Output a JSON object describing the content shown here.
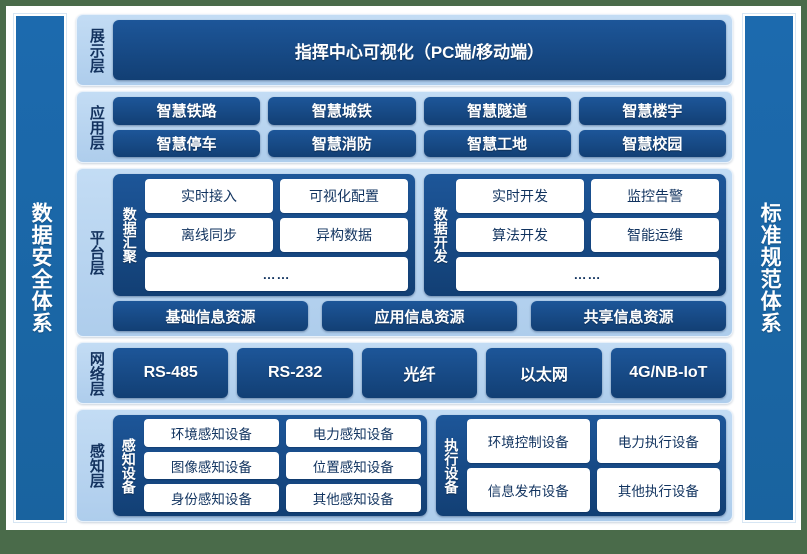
{
  "pillars": {
    "left": "数据安全体系",
    "right": "标准规范体系"
  },
  "layers": [
    {
      "id": "display",
      "name": "展示层",
      "banner": "指挥中心可视化（PC端/移动端）"
    },
    {
      "id": "application",
      "name": "应用层",
      "rows": [
        [
          "智慧铁路",
          "智慧城铁",
          "智慧隧道",
          "智慧楼宇"
        ],
        [
          "智慧停车",
          "智慧消防",
          "智慧工地",
          "智慧校园"
        ]
      ]
    },
    {
      "id": "platform",
      "name": "平台层",
      "groups": [
        {
          "title": "数据汇聚",
          "rows": [
            [
              "实时接入",
              "可视化配置"
            ],
            [
              "离线同步",
              "异构数据"
            ]
          ],
          "more": "……"
        },
        {
          "title": "数据开发",
          "rows": [
            [
              "实时开发",
              "监控告警"
            ],
            [
              "算法开发",
              "智能运维"
            ]
          ],
          "more": "……"
        }
      ],
      "resources": [
        "基础信息资源",
        "应用信息资源",
        "共享信息资源"
      ]
    },
    {
      "id": "network",
      "name": "网络层",
      "items": [
        "RS-485",
        "RS-232",
        "光纤",
        "以太网",
        "4G/NB-IoT"
      ]
    },
    {
      "id": "perception",
      "name": "感知层",
      "groups": [
        {
          "title": "感知设备",
          "rows": [
            [
              "环境感知设备",
              "电力感知设备"
            ],
            [
              "图像感知设备",
              "位置感知设备"
            ],
            [
              "身份感知设备",
              "其他感知设备"
            ]
          ]
        },
        {
          "title": "执行设备",
          "rows": [
            [
              "环境控制设备",
              "电力执行设备"
            ],
            [
              "信息发布设备",
              "其他执行设备"
            ]
          ]
        }
      ]
    }
  ],
  "colors": {
    "page_background": "#4a6b4a",
    "canvas": "#ffffff",
    "pillar_blue": "#1c6aae",
    "layer_light_blue": "#b6d2ef",
    "box_dark_blue": "#17497f",
    "box_white": "#ffffff",
    "text_navy": "#11335f"
  }
}
